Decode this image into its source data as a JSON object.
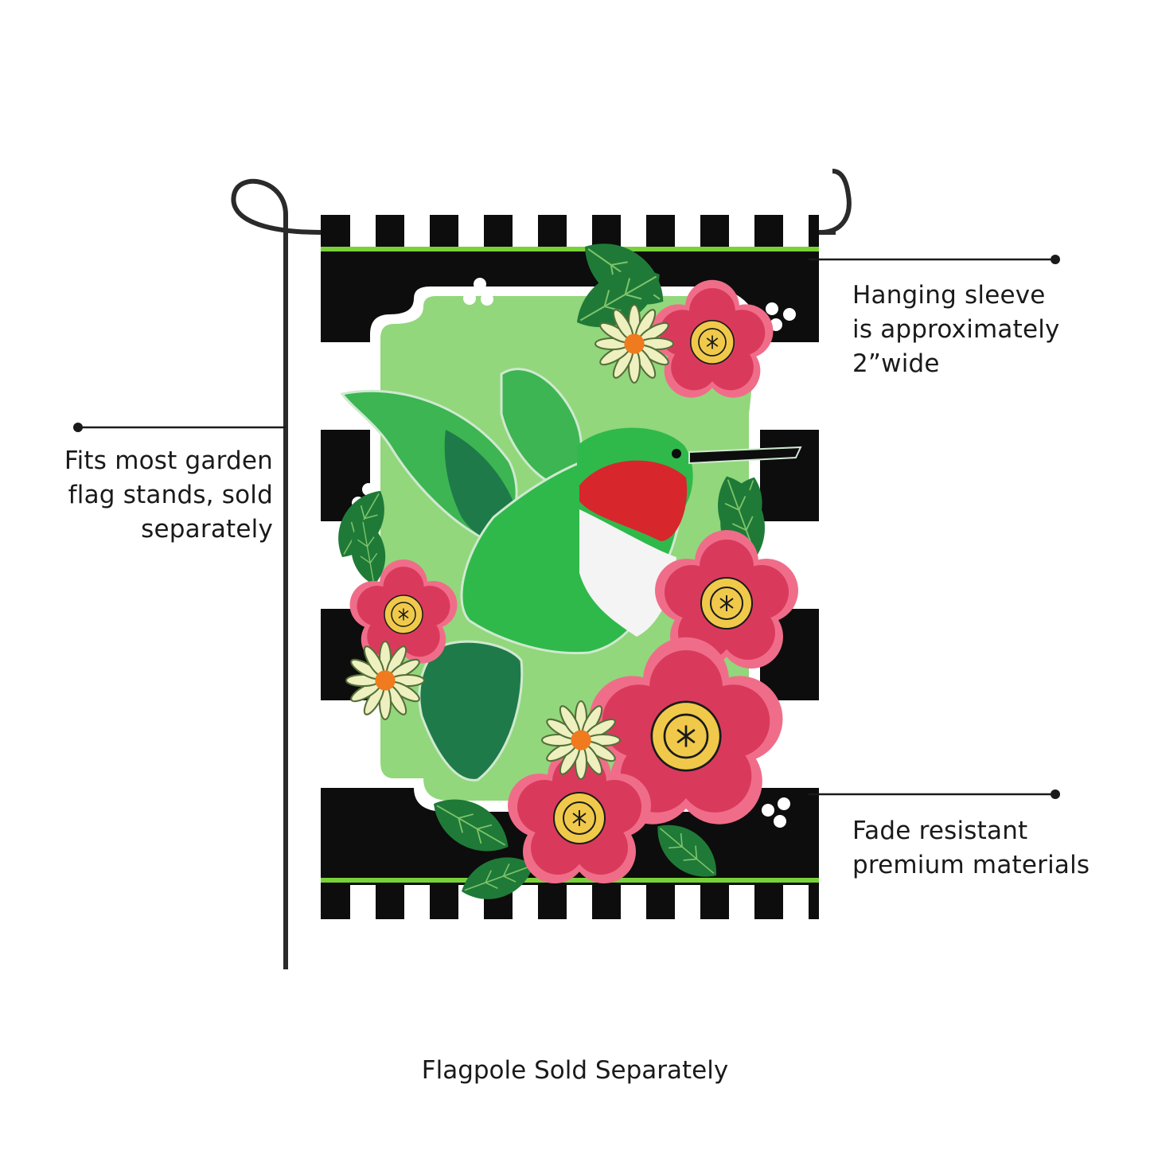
{
  "callouts": {
    "sleeve": {
      "lines": [
        "Hanging sleeve",
        "is approximately",
        "2”wide"
      ]
    },
    "stands": {
      "lines": [
        "Fits most garden",
        "flag stands, sold",
        "separately"
      ]
    },
    "materials": {
      "lines": [
        "Fade resistant",
        "premium materials"
      ]
    }
  },
  "footer": {
    "note": "Flagpole Sold Separately"
  },
  "colors": {
    "background": "#ffffff",
    "stripe_black": "#0d0d0d",
    "stripe_white": "#ffffff",
    "accent_green": "#79d13a",
    "panel_green": "#92d77c",
    "flower_pink": "#d93a5c",
    "flower_center": "#f0c94a",
    "leaf_green": "#1f7a38",
    "pole": "#2a2a2a",
    "callout_line": "#1a1a1a"
  },
  "icons": [
    "hummingbird-illustration",
    "flower-icon",
    "leaf-icon",
    "daisy-icon",
    "flag-stand-icon"
  ]
}
